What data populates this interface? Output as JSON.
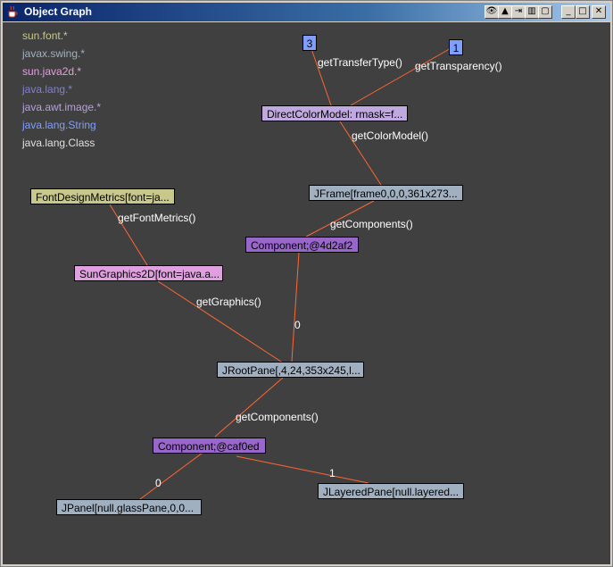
{
  "window": {
    "title": "Object Graph"
  },
  "title_buttons": [
    "👁",
    "▲",
    "⇥",
    "▥",
    "▢",
    "_",
    "□",
    "✕"
  ],
  "legend": [
    {
      "label": "sun.font.*",
      "color": "#c8c88c"
    },
    {
      "label": "javax.swing.*",
      "color": "#a0b0c0"
    },
    {
      "label": "sun.java2d.*",
      "color": "#e0a0e0"
    },
    {
      "label": "java.lang.*",
      "color": "#8080d0"
    },
    {
      "label": "java.awt.image.*",
      "color": "#b8a0d8"
    },
    {
      "label": "java.lang.String",
      "color": "#7f9fff"
    },
    {
      "label": "java.lang.Class",
      "color": "#e0e0e0"
    }
  ],
  "nodes": {
    "n3": "3",
    "n1": "1",
    "dcm": "DirectColorModel: rmask=f...",
    "jframe": "JFrame[frame0,0,0,361x273...",
    "fdm": "FontDesignMetrics[font=ja...",
    "comp1": "Component;@4d2af2",
    "sg2d": "SunGraphics2D[font=java.a...",
    "jroot": "JRootPane[,4,24,353x245,l...",
    "comp2": "Component;@caf0ed",
    "jpanel": "JPanel[null.glassPane,0,0...",
    "jlayered": "JLayeredPane[null.layered..."
  },
  "edge_labels": {
    "getTransferType": "getTransferType()",
    "getTransparency": "getTransparency()",
    "getColorModel": "getColorModel()",
    "getFontMetrics": "getFontMetrics()",
    "getComponents1": "getComponents()",
    "getGraphics": "getGraphics()",
    "zero1": "0",
    "getComponents2": "getComponents()",
    "zero2": "0",
    "one": "1"
  },
  "colors": {
    "edge": "#ff6633",
    "node_font": "#c8c88c",
    "node_swing": "#a0b0c0",
    "node_java2d": "#e0a0e0",
    "node_array": "#9966cc",
    "node_colormodel": "#c0a8e0",
    "node_int": "#7f9fff"
  }
}
